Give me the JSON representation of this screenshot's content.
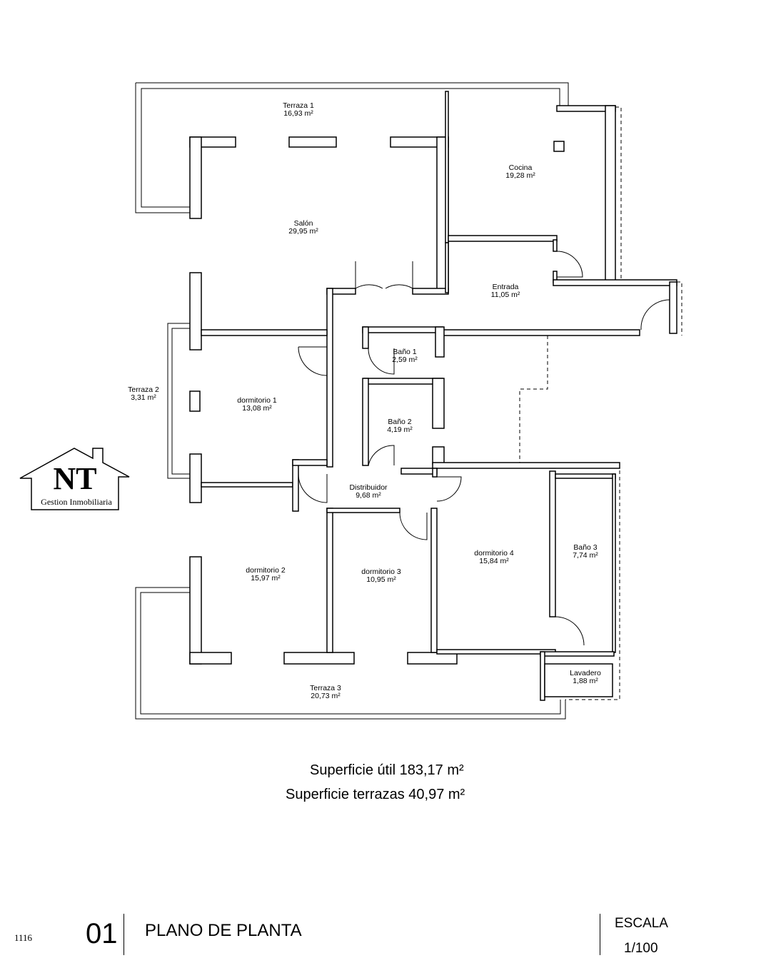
{
  "rooms": [
    {
      "name": "Terraza 1",
      "area": "16,93 m²"
    },
    {
      "name": "Cocina",
      "area": "19,28 m²"
    },
    {
      "name": "Salón",
      "area": "29,95 m²"
    },
    {
      "name": "Entrada",
      "area": "11,05 m²"
    },
    {
      "name": "Baño 1",
      "area": "2,59 m²"
    },
    {
      "name": "Terraza 2",
      "area": "3,31 m²"
    },
    {
      "name": "dormitorio 1",
      "area": "13,08 m²"
    },
    {
      "name": "Baño 2",
      "area": "4,19 m²"
    },
    {
      "name": "Distribuidor",
      "area": "9,68 m²"
    },
    {
      "name": "Baño 3",
      "area": "7,74 m²"
    },
    {
      "name": "dormitorio 4",
      "area": "15,84 m²"
    },
    {
      "name": "dormitorio 2",
      "area": "15,97 m²"
    },
    {
      "name": "dormitorio 3",
      "area": "10,95 m²"
    },
    {
      "name": "Lavadero",
      "area": "1,88 m²"
    },
    {
      "name": "Terraza 3",
      "area": "20,73 m²"
    }
  ],
  "summary": {
    "useful_label": "Superficie útil  183,17 m²",
    "terraces_label": "Superficie terrazas  40,97 m²"
  },
  "logo": {
    "initials": "NT",
    "name": "Gestion Inmobiliaria"
  },
  "footer": {
    "ref": "1116",
    "sheet_number": "01",
    "title": "PLANO DE PLANTA",
    "scale_label": "ESCALA",
    "scale_value": "1/100"
  }
}
